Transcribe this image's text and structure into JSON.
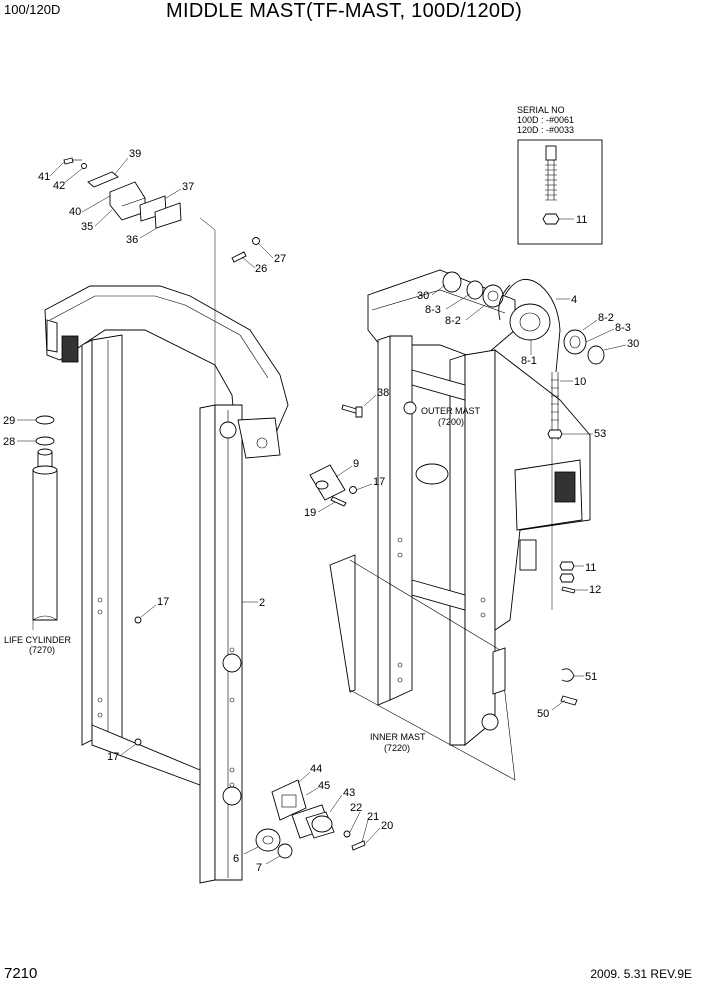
{
  "header": {
    "model": "100/120D",
    "title": "MIDDLE MAST(TF-MAST, 100D/120D)"
  },
  "footer": {
    "page_number": "7210",
    "revision": "2009. 5.31 REV.9E"
  },
  "serial_box": {
    "heading": "SERIAL NO",
    "line1": "100D : -#0061",
    "line2": "120D : -#0033",
    "part": "11"
  },
  "group_labels": {
    "life_cylinder": "LIFE CYLINDER",
    "life_cylinder_ref": "(7270)",
    "outer_mast": "OUTER MAST",
    "outer_mast_ref": "(7200)",
    "inner_mast": "INNER MAST",
    "inner_mast_ref": "(7220)"
  },
  "callouts": {
    "c41": "41",
    "c42": "42",
    "c39": "39",
    "c40": "40",
    "c35": "35",
    "c37": "37",
    "c36": "36",
    "c26": "26",
    "c27": "27",
    "c29": "29",
    "c28": "28",
    "c38": "38",
    "c9": "9",
    "c17a": "17",
    "c19": "19",
    "c17b": "17",
    "c2": "2",
    "c17c": "17",
    "c44": "44",
    "c45": "45",
    "c43": "43",
    "c22": "22",
    "c21": "21",
    "c20": "20",
    "c6": "6",
    "c7": "7",
    "c30a": "30",
    "c83a": "8-3",
    "c82a": "8-2",
    "c4": "4",
    "c82b": "8-2",
    "c83b": "8-3",
    "c30b": "30",
    "c81": "8-1",
    "c10": "10",
    "c53": "53",
    "c11": "11",
    "c12": "12",
    "c51": "51",
    "c50": "50"
  }
}
